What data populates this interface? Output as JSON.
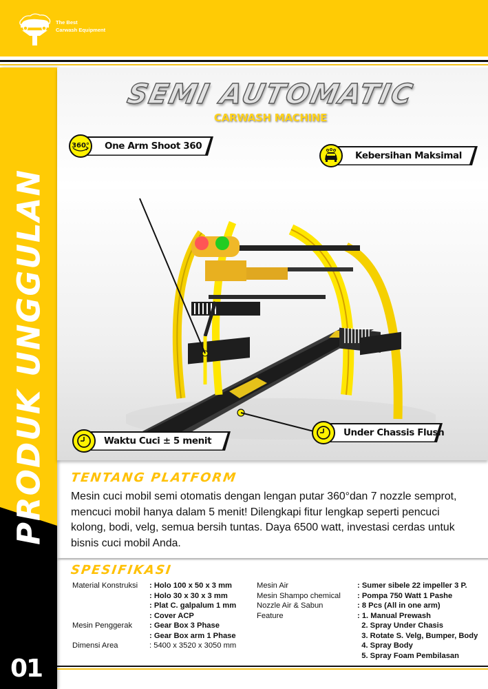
{
  "header": {
    "tagline_line1": "The Best",
    "tagline_line2": "Carwash Equipment",
    "brand_color": "#ffcb05"
  },
  "sidebar": {
    "title": "PRODUK UNGGULAN",
    "page_number": "01"
  },
  "hero": {
    "title": "SEMI AUTOMATIC",
    "subtitle": "CARWASH MACHINE",
    "callouts": [
      {
        "label": "One Arm Shoot 360",
        "icon": "rotate-360-icon"
      },
      {
        "label": "Kebersihan Maksimal",
        "icon": "car-wash-icon"
      },
      {
        "label": "Waktu Cuci ± 5 menit",
        "icon": "clock-icon"
      },
      {
        "label": "Under Chassis Flush",
        "icon": "clock-icon"
      }
    ]
  },
  "about": {
    "title": "TENTANG PLATFORM",
    "text": "Mesin cuci mobil semi otomatis dengan lengan putar 360°dan 7 nozzle semprot, mencuci mobil hanya dalam 5 menit! Dilengkapi fitur lengkap seperti pencuci kolong, bodi, velg, semua bersih tuntas. Daya 6500 watt, investasi cerdas untuk bisnis cuci mobil Anda."
  },
  "specs": {
    "title": "SPESIFIKASI",
    "left": [
      {
        "key": "Material Konstruksi",
        "value": ": Holo 100 x 50 x 3 mm"
      },
      {
        "key": "",
        "value": ": Holo 30 x 30 x 3 mm"
      },
      {
        "key": "",
        "value": ": Plat C. galpalum 1 mm"
      },
      {
        "key": "",
        "value": ": Cover ACP"
      },
      {
        "key": "Mesin Penggerak",
        "value": ": Gear Box 3 Phase"
      },
      {
        "key": "",
        "value": ": Gear Box arm 1 Phase"
      },
      {
        "key": "Dimensi Area",
        "value": ": 5400 x 3520 x 3050 mm"
      }
    ],
    "right": [
      {
        "key": "Mesin Air",
        "value": ": Sumer sibele 22 impeller 3 P."
      },
      {
        "key": "Mesin Shampo chemical",
        "value": ": Pompa 750 Watt 1 Pashe"
      },
      {
        "key": "Nozzle Air & Sabun",
        "value": ": 8 Pcs (All in one arm)"
      },
      {
        "key": "Feature",
        "value": ": 1. Manual Prewash"
      },
      {
        "key": "",
        "value": "  2. Spray Under Chasis"
      },
      {
        "key": "",
        "value": "  3. Rotate S. Velg, Bumper, Body"
      },
      {
        "key": "",
        "value": "  4. Spray Body"
      },
      {
        "key": "",
        "value": "  5. Spray Foam Pembilasan"
      }
    ]
  }
}
